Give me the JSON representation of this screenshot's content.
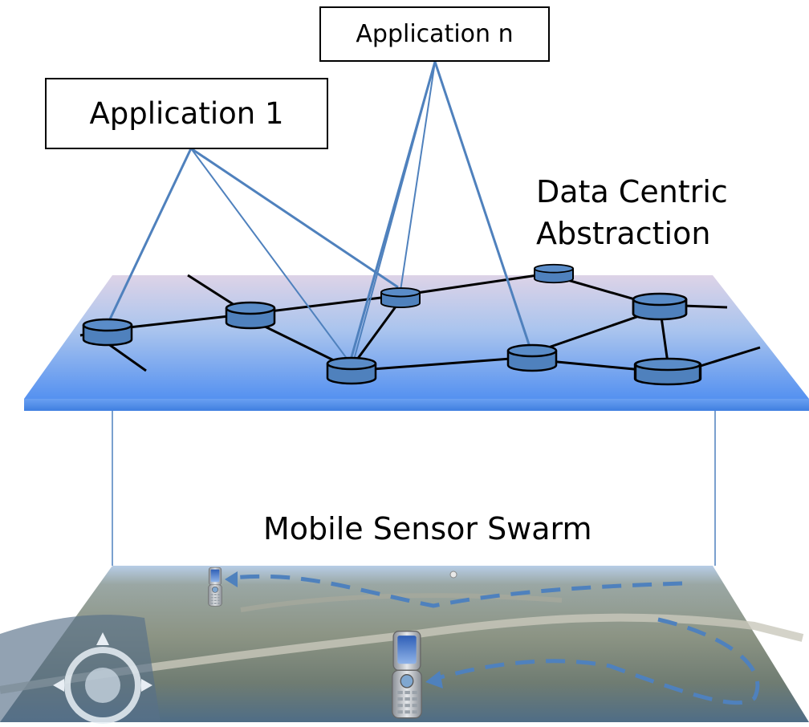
{
  "applications": {
    "app1_label": "Application 1",
    "appn_label": "Application n"
  },
  "layers": {
    "data_layer_line1": "Data Centric",
    "data_layer_line2": "Abstraction",
    "physical_layer_label": "Mobile Sensor Swarm"
  },
  "colors": {
    "node_fill": "#4f81bd",
    "link_line": "#000000",
    "app_link": "#4f81bd",
    "plane_top": "#ddd3e7",
    "plane_bottom": "#5591f0",
    "trajectory": "#4f81bd"
  },
  "icons": {
    "node": "database-node-icon",
    "phone": "mobile-phone-icon",
    "compass": "map-compass-icon"
  }
}
